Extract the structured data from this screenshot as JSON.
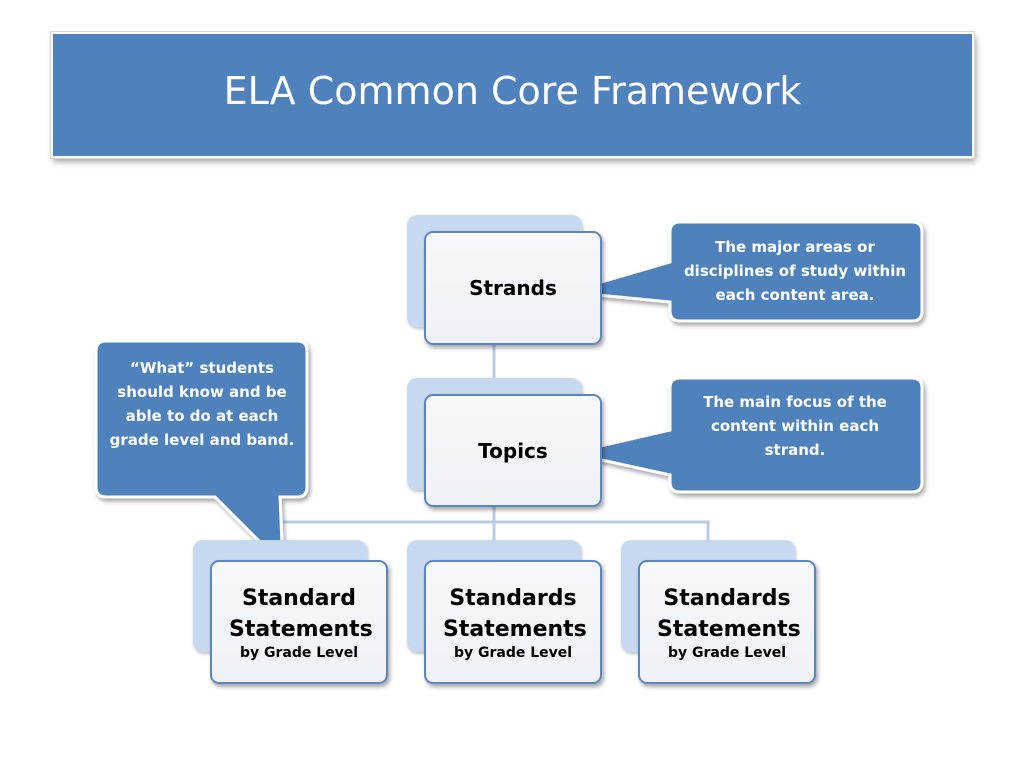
{
  "title": "ELA Common Core Framework",
  "colors": {
    "title_fill": "#4f81bd",
    "callout_fill": "#4f81bd",
    "node_border": "#5b86bf",
    "node_back": "#c6d9f1",
    "connector": "#b8cce4"
  },
  "nodes": {
    "strands": {
      "label": "Strands"
    },
    "topics": {
      "label": "Topics"
    },
    "standards": [
      {
        "main": "Standard Statements",
        "sub": "by Grade Level"
      },
      {
        "main": "Standards Statements",
        "sub": "by Grade Level"
      },
      {
        "main": "Standards Statements",
        "sub": "by Grade Level"
      }
    ]
  },
  "callouts": {
    "strands": "The major areas or disciplines of study within each content area.",
    "topics": "The main focus of the content within each strand.",
    "standards": "“What” students should know and be able to do at each grade level and band."
  }
}
